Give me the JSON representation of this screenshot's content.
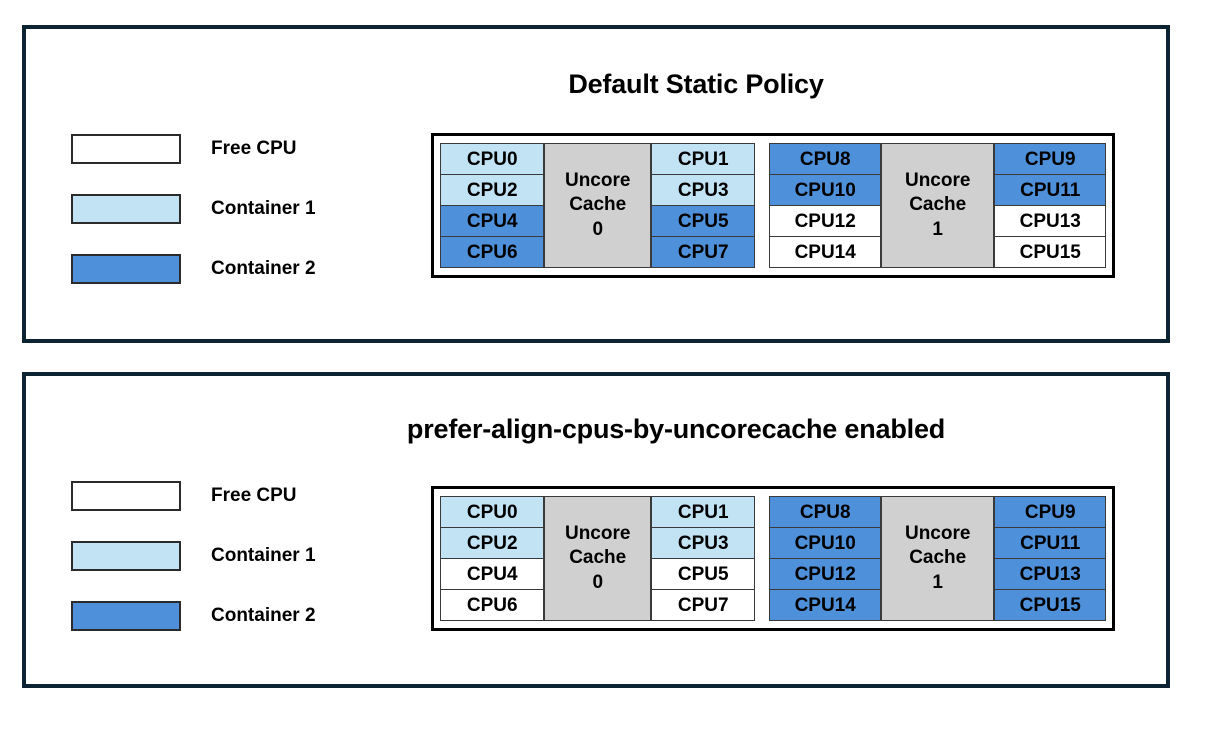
{
  "diagram": {
    "kind": "cpu-topology-comparison",
    "colors": {
      "free_cpu": "#ffffff",
      "container_1": "#c2e3f3",
      "container_2": "#4e90d9",
      "uncore_cache": "#d0d0d0",
      "panel_border": "#0c2332",
      "cell_border": "#3a3a3a",
      "text": "#000000"
    },
    "legend_items": [
      {
        "label": "Free CPU",
        "state": "free"
      },
      {
        "label": "Container 1",
        "state": "container1"
      },
      {
        "label": "Container 2",
        "state": "container2"
      }
    ],
    "panels": [
      {
        "id": "default-static-policy",
        "title": "Default Static Policy",
        "cache_groups": [
          {
            "cache_label_line1": "Uncore",
            "cache_label_line2": "Cache",
            "cache_label_line3": "0",
            "left_column": [
              {
                "label": "CPU0",
                "state": "container1"
              },
              {
                "label": "CPU2",
                "state": "container1"
              },
              {
                "label": "CPU4",
                "state": "container2"
              },
              {
                "label": "CPU6",
                "state": "container2"
              }
            ],
            "right_column": [
              {
                "label": "CPU1",
                "state": "container1"
              },
              {
                "label": "CPU3",
                "state": "container1"
              },
              {
                "label": "CPU5",
                "state": "container2"
              },
              {
                "label": "CPU7",
                "state": "container2"
              }
            ]
          },
          {
            "cache_label_line1": "Uncore",
            "cache_label_line2": "Cache",
            "cache_label_line3": "1",
            "left_column": [
              {
                "label": "CPU8",
                "state": "container2"
              },
              {
                "label": "CPU10",
                "state": "container2"
              },
              {
                "label": "CPU12",
                "state": "free"
              },
              {
                "label": "CPU14",
                "state": "free"
              }
            ],
            "right_column": [
              {
                "label": "CPU9",
                "state": "container2"
              },
              {
                "label": "CPU11",
                "state": "container2"
              },
              {
                "label": "CPU13",
                "state": "free"
              },
              {
                "label": "CPU15",
                "state": "free"
              }
            ]
          }
        ]
      },
      {
        "id": "prefer-align-cpus-by-uncorecache-enabled",
        "title": "prefer-align-cpus-by-uncorecache enabled",
        "cache_groups": [
          {
            "cache_label_line1": "Uncore",
            "cache_label_line2": "Cache",
            "cache_label_line3": "0",
            "left_column": [
              {
                "label": "CPU0",
                "state": "container1"
              },
              {
                "label": "CPU2",
                "state": "container1"
              },
              {
                "label": "CPU4",
                "state": "free"
              },
              {
                "label": "CPU6",
                "state": "free"
              }
            ],
            "right_column": [
              {
                "label": "CPU1",
                "state": "container1"
              },
              {
                "label": "CPU3",
                "state": "container1"
              },
              {
                "label": "CPU5",
                "state": "free"
              },
              {
                "label": "CPU7",
                "state": "free"
              }
            ]
          },
          {
            "cache_label_line1": "Uncore",
            "cache_label_line2": "Cache",
            "cache_label_line3": "1",
            "left_column": [
              {
                "label": "CPU8",
                "state": "container2"
              },
              {
                "label": "CPU10",
                "state": "container2"
              },
              {
                "label": "CPU12",
                "state": "container2"
              },
              {
                "label": "CPU14",
                "state": "container2"
              }
            ],
            "right_column": [
              {
                "label": "CPU9",
                "state": "container2"
              },
              {
                "label": "CPU11",
                "state": "container2"
              },
              {
                "label": "CPU13",
                "state": "container2"
              },
              {
                "label": "CPU15",
                "state": "container2"
              }
            ]
          }
        ]
      }
    ]
  }
}
